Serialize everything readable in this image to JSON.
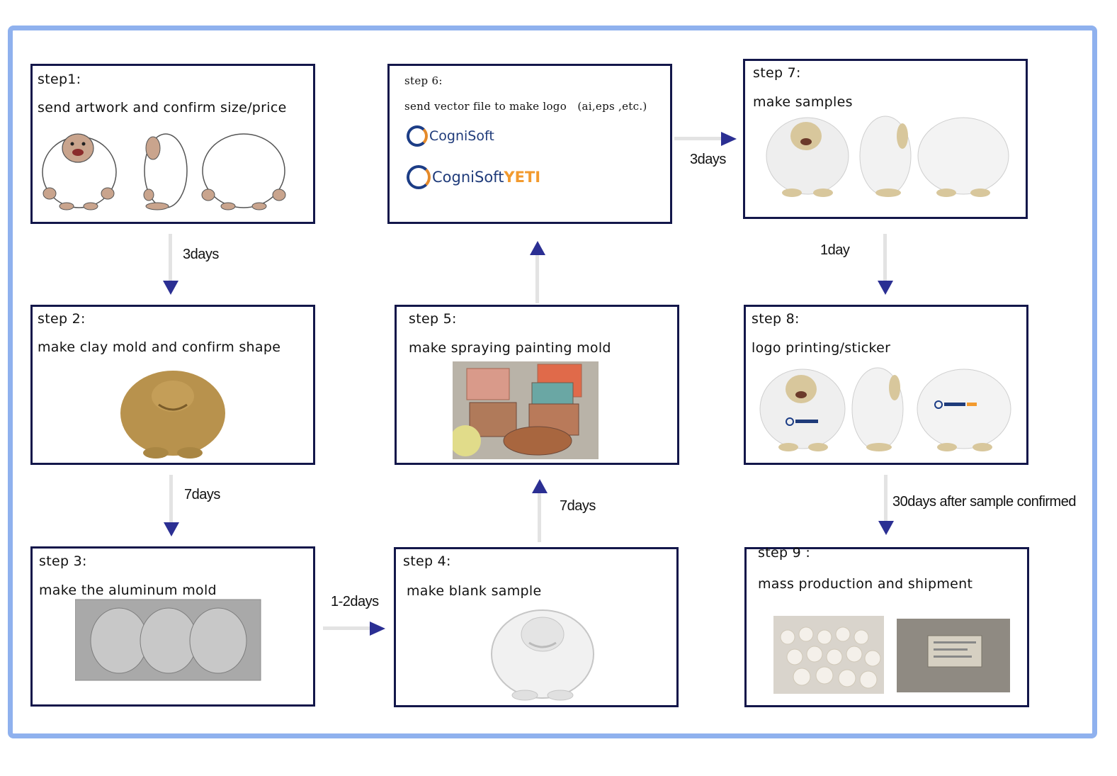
{
  "steps": {
    "s1": {
      "title": "step1:",
      "desc": "send artwork and confirm size/price"
    },
    "s2": {
      "title": "step 2:",
      "desc": "make clay mold and confirm shape"
    },
    "s3": {
      "title": "step 3:",
      "desc": "make the aluminum mold"
    },
    "s4": {
      "title": "step 4:",
      "desc": "make blank sample"
    },
    "s5": {
      "title": "step 5:",
      "desc": "make spraying painting mold"
    },
    "s6": {
      "title": "step 6:",
      "desc": "send vector file to make logo　(ai,eps ,etc.)"
    },
    "s7": {
      "title": "step 7:",
      "desc": "make samples"
    },
    "s8": {
      "title": "step 8:",
      "desc": "logo printing/sticker"
    },
    "s9": {
      "title": "step 9 :",
      "desc": "mass production and shipment"
    }
  },
  "arrows": {
    "a12": "3days",
    "a23": "7days",
    "a34": "1-2days",
    "a45": "7days",
    "a67": "3days",
    "a78": "1day",
    "a89": "30days after sample confirmed"
  },
  "logos": {
    "brand": "CogniSoft",
    "brand2": "CogniSoft",
    "suffix": "YETI"
  },
  "colors": {
    "frame": "#8fb1ee",
    "box_border": "#13174a",
    "arrow_head": "#2b2f93",
    "arrow_shaft": "#e3e3e3"
  }
}
